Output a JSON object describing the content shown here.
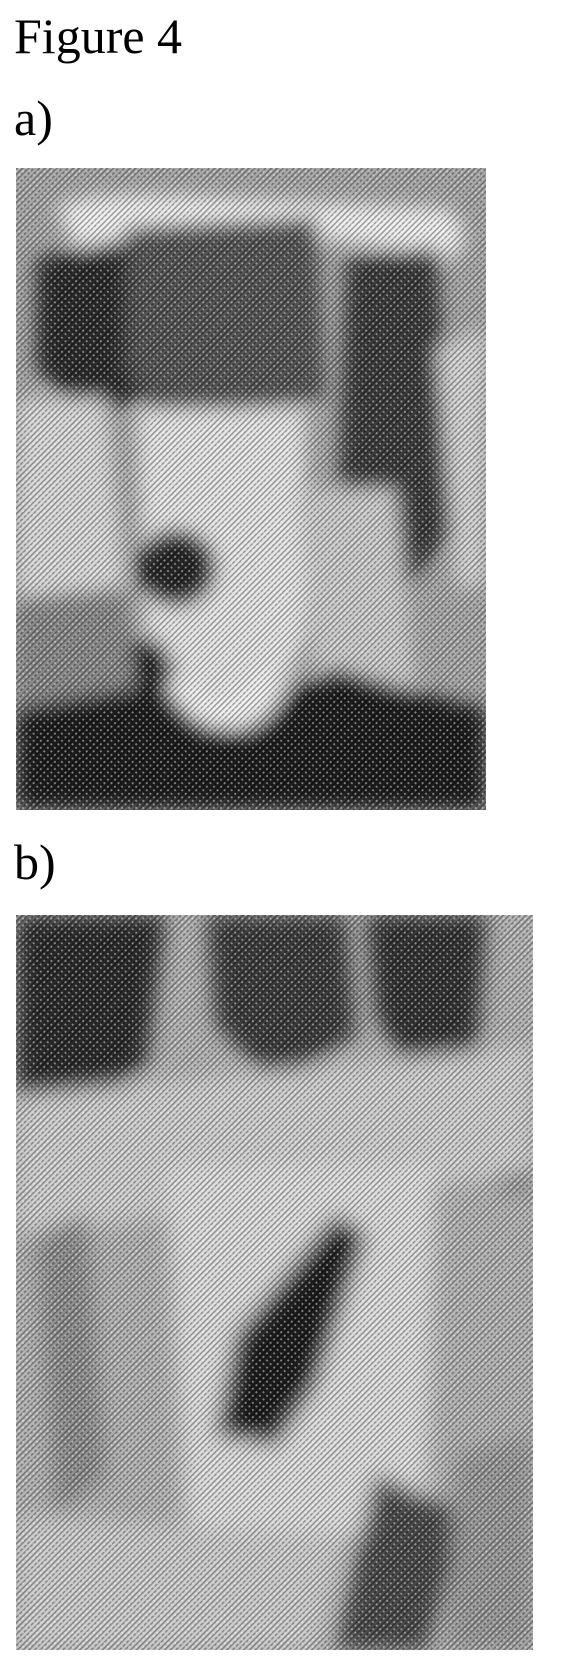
{
  "figure": {
    "title": "Figure 4"
  },
  "panels": [
    {
      "label": "a)",
      "image_icon": "halftone-photo-of-glass-vials"
    },
    {
      "label": "b)",
      "image_icon": "halftone-photo-of-glass-beaker"
    }
  ],
  "colors": {
    "ink": "#000000",
    "paper": "#ffffff"
  }
}
